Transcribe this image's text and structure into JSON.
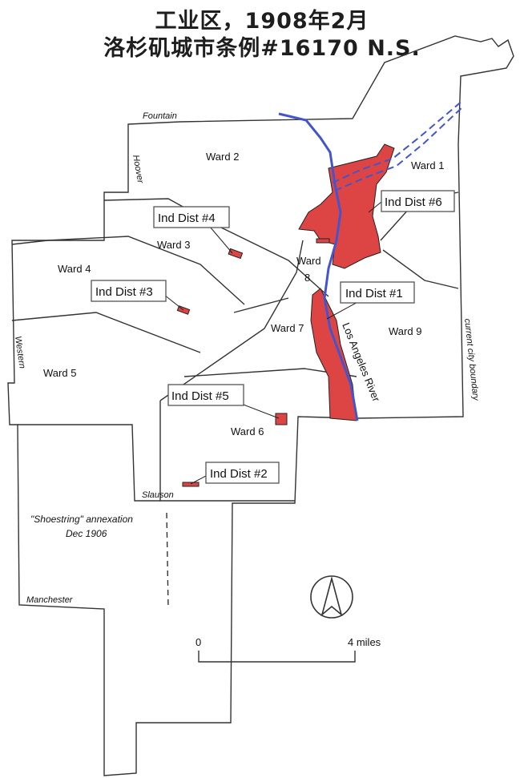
{
  "title": {
    "line1": "工业区，1908年2月",
    "line2": "洛杉矶城市条例#16170 N.S."
  },
  "wards": [
    "Ward 1",
    "Ward 2",
    "Ward 3",
    "Ward 4",
    "Ward 5",
    "Ward 6",
    "Ward 7",
    "Ward 8",
    "Ward 9"
  ],
  "ward8_parts": [
    "Ward",
    "8"
  ],
  "districts": [
    "Ind Dist #1",
    "Ind Dist #2",
    "Ind Dist #3",
    "Ind Dist #4",
    "Ind Dist #5",
    "Ind Dist #6"
  ],
  "streets": {
    "fountain": "Fountain",
    "hoover": "Hoover",
    "western": "Western",
    "slauson": "Slauson",
    "manchester": "Manchester"
  },
  "river": "Los Angeles River",
  "boundary": "current city boundary",
  "annexation": {
    "line1": "\"Shoestring\" annexation",
    "line2": "Dec 1906"
  },
  "scale": {
    "start": "0",
    "end": "4 miles"
  },
  "colors": {
    "district_fill": "#dd4444",
    "river": "#4455cc",
    "boundary": "#333333"
  },
  "north_arrow": "north-arrow-icon"
}
